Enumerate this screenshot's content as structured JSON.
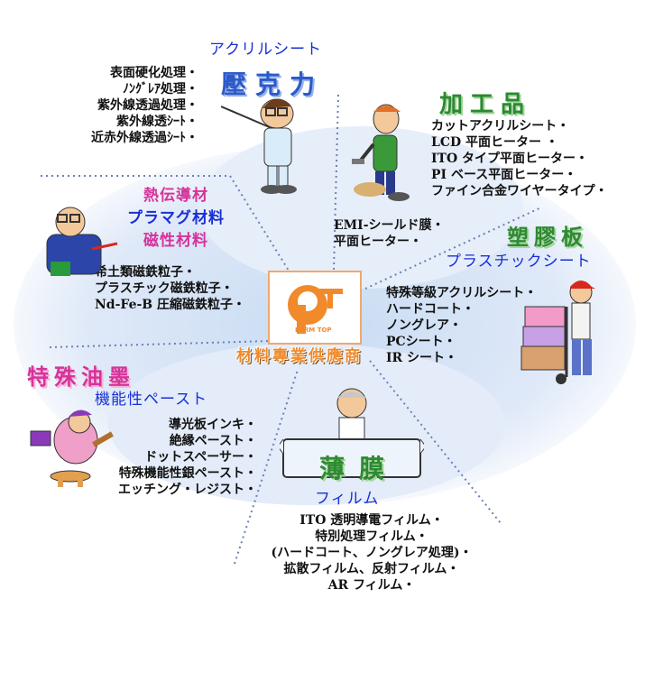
{
  "center": {
    "logo_text": "PERM TOP",
    "company": "材料專業供應商"
  },
  "acrylic": {
    "subtitle": "アクリルシート",
    "title": "壓克力",
    "items": [
      "表面硬化処理・",
      "ﾉﾝｸﾞﾚｱ処理・",
      "紫外線透過処理・",
      "紫外線透ｼｰﾄ・",
      "近赤外線透過ｼｰﾄ・"
    ]
  },
  "processed": {
    "title": "加工品",
    "items": [
      "カットアクリルシート・",
      "LCD 平面ヒーター ・",
      "ITO タイプ平面ヒーター・",
      "PI ベース平面ヒーター・",
      "ファイン合金ワイヤータイプ・"
    ],
    "extra": [
      "EMI-シールド膜・",
      "平面ヒーター・"
    ]
  },
  "plastic": {
    "title": "塑膠板",
    "subtitle": "プラスチックシート",
    "items": [
      "特殊等級アクリルシート・",
      "ハードコート・",
      "ノングレア・",
      "PCシート・",
      "IR シート・"
    ]
  },
  "magnetic": {
    "title_lines": [
      "熱伝導材",
      "プラマグ材料",
      "磁性材料"
    ],
    "items": [
      "希土類磁鉄粒子・",
      "プラスチック磁鉄粒子・",
      "Nd-Fe-B 圧縮磁鉄粒子・"
    ]
  },
  "ink": {
    "title": "特殊油墨",
    "subtitle": "機能性ペースト",
    "items": [
      "導光板インキ・",
      "絶縁ペースト・",
      "ドットスペーサー・",
      "特殊機能性銀ペースト・",
      "エッチング・レジスト・"
    ]
  },
  "film": {
    "title": "薄膜",
    "subtitle": "フィルム",
    "items": [
      "ITO 透明導電フィルム・",
      "特別処理フィルム・",
      "(ハードコート、ノングレア処理)・",
      "拡散フィルム、反射フィルム・",
      "AR フィルム・"
    ]
  }
}
